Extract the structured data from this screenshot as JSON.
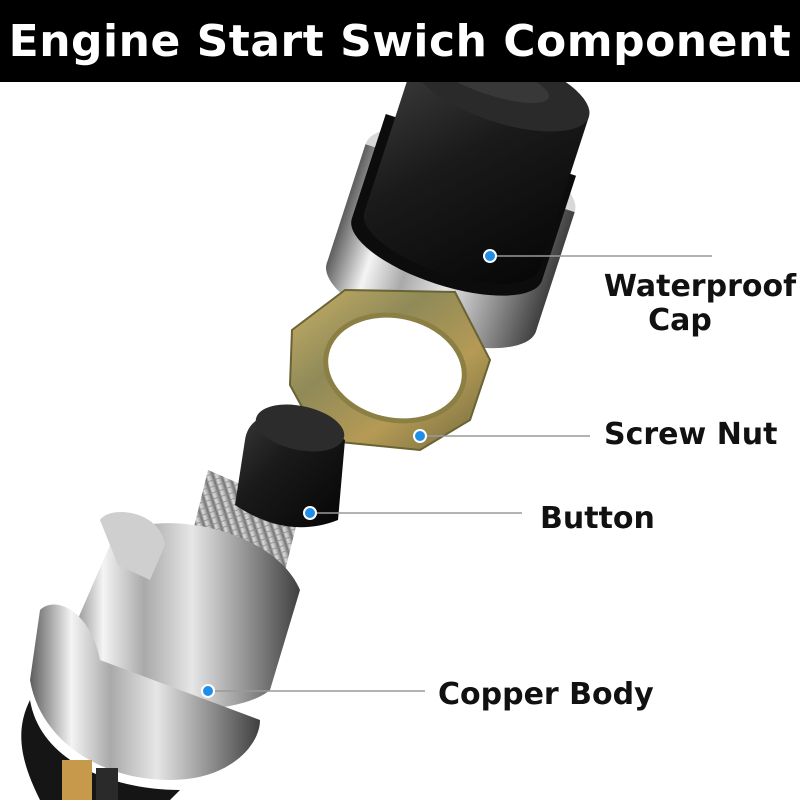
{
  "title": "Engine Start Swich Component",
  "colors": {
    "title_bar": "#000000",
    "title_text": "#ffffff",
    "marker_dot": "#1f8ee8",
    "leader_line": "#9a9a9a"
  },
  "parts": [
    {
      "id": "cap",
      "label_line1": "Waterproof",
      "label_line2": "Cap"
    },
    {
      "id": "nut",
      "label": "Screw Nut"
    },
    {
      "id": "button",
      "label": "Button"
    },
    {
      "id": "body",
      "label": "Copper Body"
    }
  ]
}
